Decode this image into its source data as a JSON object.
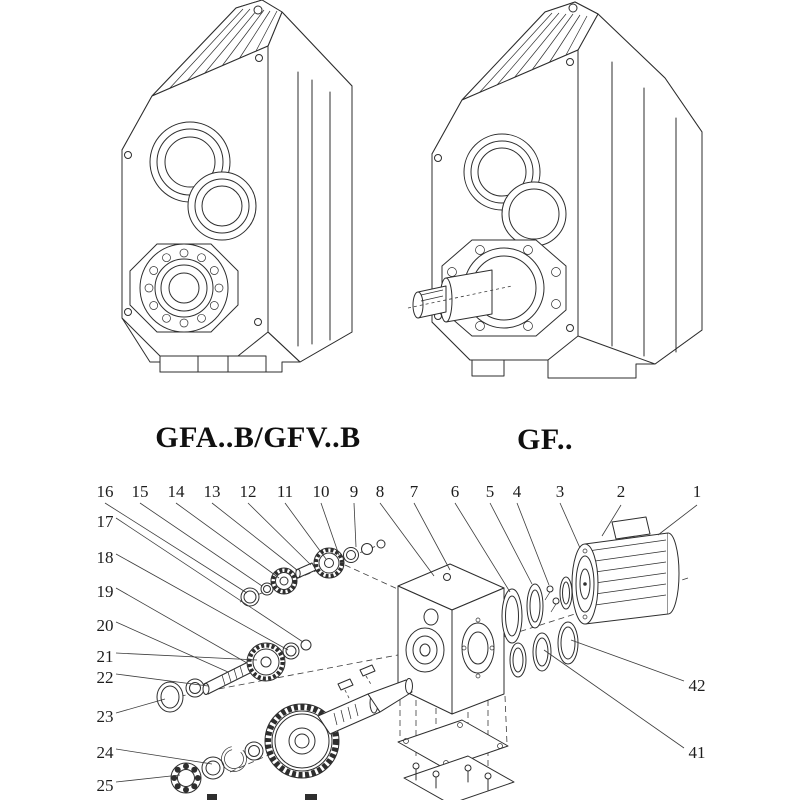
{
  "page": {
    "background": "#ffffff",
    "line_color": "#2e2e2e",
    "text_color": "#1d1d1d"
  },
  "variants": {
    "left": {
      "label": "GFA..B/GFV..B"
    },
    "right": {
      "label": "GF.."
    }
  },
  "parts_callouts": {
    "top_row": [
      "16",
      "15",
      "14",
      "13",
      "12",
      "11",
      "10",
      "9",
      "8",
      "7",
      "6",
      "5",
      "4",
      "3",
      "2",
      "1"
    ],
    "left_column": [
      "17",
      "18",
      "19",
      "20",
      "21",
      "22",
      "23",
      "24",
      "25"
    ],
    "right_column": [
      "42",
      "41"
    ]
  }
}
